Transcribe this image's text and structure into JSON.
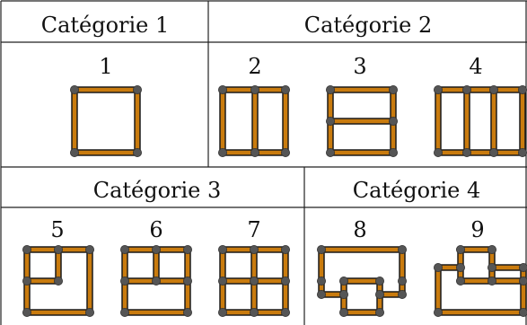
{
  "colors": {
    "stick": "#c97b0e",
    "stick_outline": "#1a1a1a",
    "joint": "#555555",
    "grid_line": "#222222",
    "background": "#ffffff"
  },
  "categories": [
    {
      "label": "Catégorie 1",
      "figures": [
        "1"
      ]
    },
    {
      "label": "Catégorie 2",
      "figures": [
        "2",
        "3",
        "4"
      ]
    },
    {
      "label": "Catégorie 3",
      "figures": [
        "5",
        "6",
        "7"
      ]
    },
    {
      "label": "Catégorie 4",
      "figures": [
        "8",
        "9"
      ]
    }
  ]
}
